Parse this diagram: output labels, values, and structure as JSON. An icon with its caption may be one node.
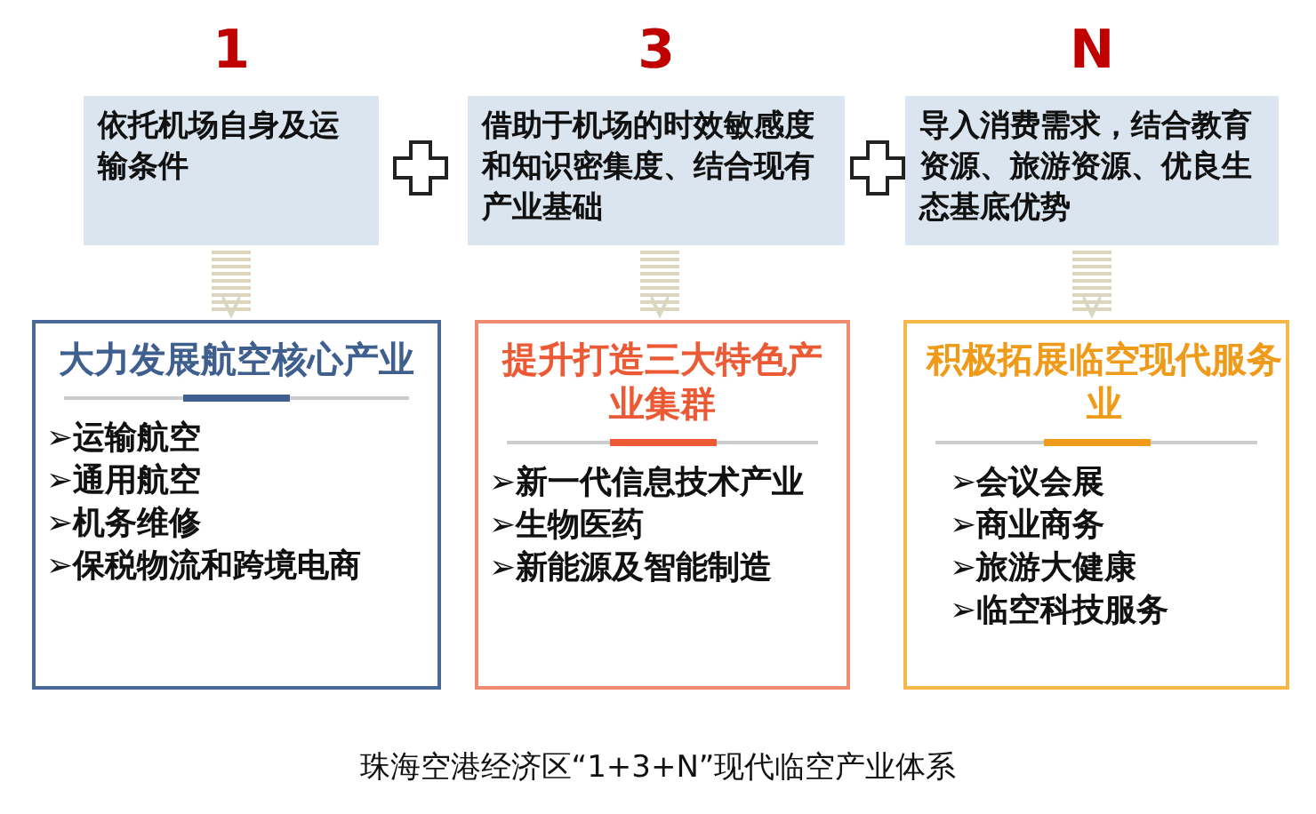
{
  "diagram": {
    "caption": "珠海空港经济区“1+3+N”现代临空产业体系",
    "nodes": [
      {
        "text": [
          "1",
          "依托机场自身及运输条件"
        ]
      },
      {
        "text": [
          "3",
          "借助于机场的时效敏感度和知识密集度、结合现有产业基础"
        ]
      },
      {
        "text": [
          "N",
          "导入消费需求，结合教育资源、旅游资源、优良生态基底优势"
        ]
      },
      {
        "text": [
          "大力发展航空核心产业",
          "➢运输航空",
          "➢通用航空",
          "➢机务维修",
          "➢保税物流和跨境电商"
        ]
      },
      {
        "text": [
          "提升打造三大特色产业集群",
          "➢新一代信息技术产业",
          "➢生物医药",
          "➢新能源及智能制造"
        ]
      },
      {
        "text": [
          "积极拓展临空现代服务业",
          "➢会议会展",
          "➢商业商务",
          "➢旅游大健康",
          "➢临空科技服务"
        ]
      }
    ],
    "edges": [
      {
        "from": 0,
        "to": 3,
        "arrow": "to"
      },
      {
        "from": 1,
        "to": 4,
        "arrow": "to"
      },
      {
        "from": 2,
        "to": 5,
        "arrow": "to"
      }
    ]
  }
}
